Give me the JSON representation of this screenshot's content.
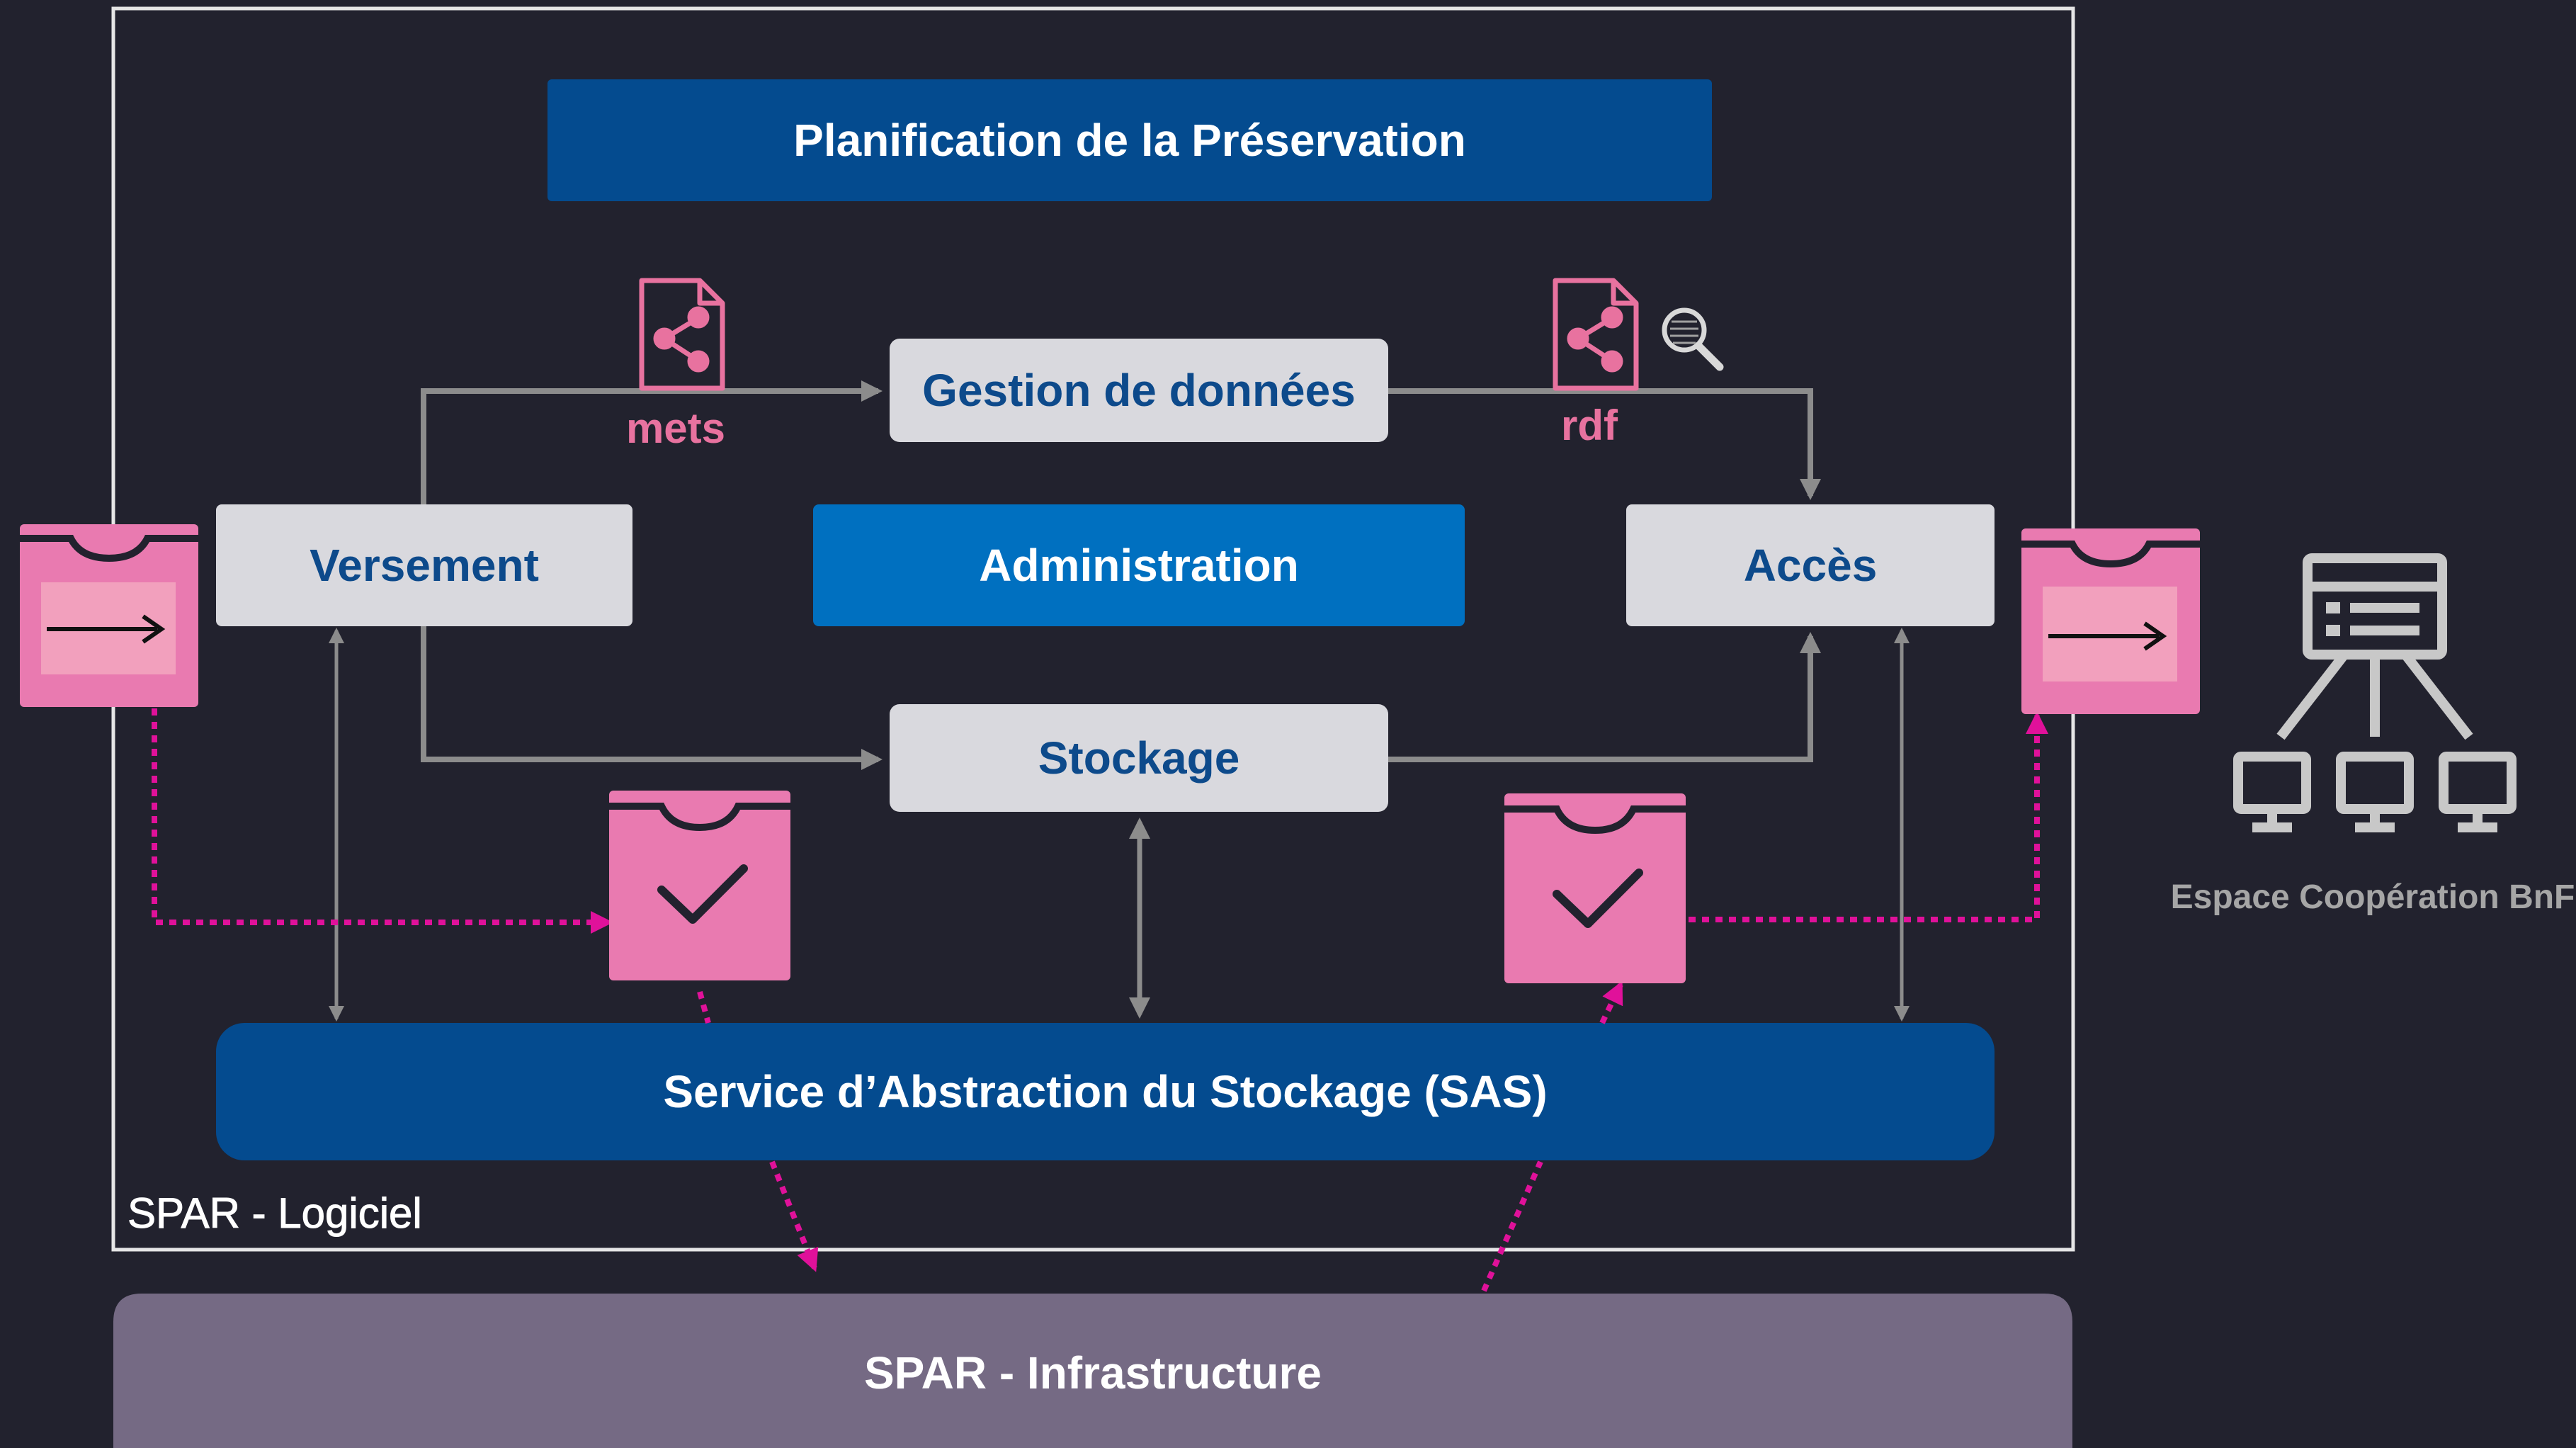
{
  "title_box": "Planification de la Préservation",
  "modules": {
    "gestion": "Gestion de données",
    "versement": "Versement",
    "administration": "Administration",
    "acces": "Accès",
    "stockage": "Stockage"
  },
  "sas": "Service d’Abstraction du Stockage (SAS)",
  "frame_label": "SPAR  - Logiciel",
  "infrastructure": "SPAR  - Infrastructure",
  "files": {
    "mets": "mets",
    "rdf": "rdf"
  },
  "external": "Espace  Coopération  BnF",
  "colors": {
    "background": "#22222e",
    "dark_blue": "#044b8f",
    "mid_blue": "#0070c0",
    "box_gray": "#d9d9de",
    "box_text": "#0d4a8b",
    "package_pink": "#e97ab0",
    "flow_magenta": "#e0119a",
    "infra": "#756a84"
  }
}
